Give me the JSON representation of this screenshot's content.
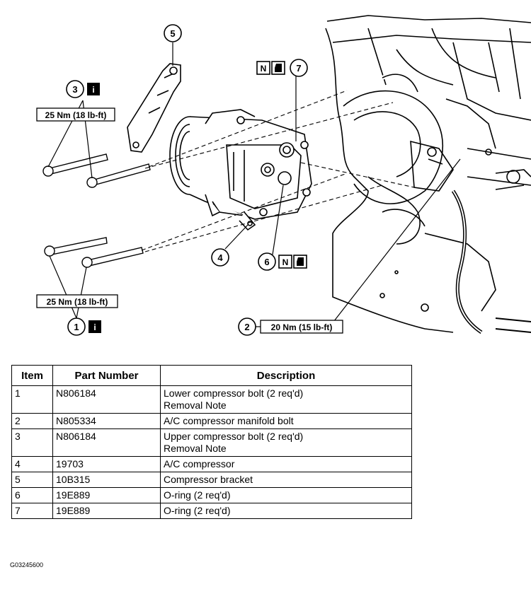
{
  "callouts": {
    "c1": "1",
    "c2": "2",
    "c3": "3",
    "c4": "4",
    "c5": "5",
    "c6": "6",
    "c7": "7"
  },
  "torque": {
    "lower": "25 Nm (18 lb-ft)",
    "upper": "25 Nm (18 lb-ft)",
    "manifold": "20 Nm (15 lb-ft)"
  },
  "icons": {
    "info_letter": "i",
    "new_letter": "N",
    "info_icon": "info-icon",
    "new_part_icon": "new-part-icon",
    "oil_icon": "lubricate-icon"
  },
  "table": {
    "headers": [
      "Item",
      "Part Number",
      "Description"
    ],
    "rows": [
      {
        "item": "1",
        "part": "N806184",
        "desc": [
          "Lower compressor bolt (2 req'd)",
          "Removal Note"
        ]
      },
      {
        "item": "2",
        "part": "N805334",
        "desc": [
          "A/C compressor manifold bolt"
        ]
      },
      {
        "item": "3",
        "part": "N806184",
        "desc": [
          "Upper compressor bolt (2 req'd)",
          "Removal Note"
        ]
      },
      {
        "item": "4",
        "part": "19703",
        "desc": [
          "A/C compressor"
        ]
      },
      {
        "item": "5",
        "part": "10B315",
        "desc": [
          "Compressor bracket"
        ]
      },
      {
        "item": "6",
        "part": "19E889",
        "desc": [
          "O-ring (2 req'd)"
        ]
      },
      {
        "item": "7",
        "part": "19E889",
        "desc": [
          "O-ring (2 req'd)"
        ]
      }
    ]
  },
  "figure_id": "G03245600"
}
